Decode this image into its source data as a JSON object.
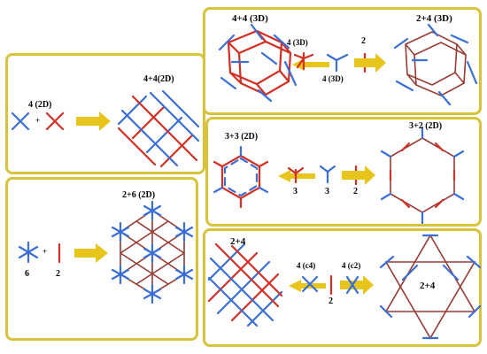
{
  "panels": {
    "p2d_44": {
      "label_unit": "4 (2D)",
      "plus": "+",
      "label_result": "4+4(2D)"
    },
    "p2d_26": {
      "label_result": "2+6 (2D)",
      "plus": "+",
      "label_six": "6",
      "label_two": "2"
    },
    "p3d": {
      "label_left": "4+4 (3D)",
      "label_unit_top": "4 (3D)",
      "label_two": "2",
      "label_unit_bottom": "4 (3D)",
      "label_right": "2+4 (3D)"
    },
    "phex": {
      "label_left": "3+3 (2D)",
      "label_right": "3+2 (2D)",
      "label_three_a": "3",
      "label_three_b": "3",
      "label_two": "2"
    },
    "pkag": {
      "label_left": "2+4",
      "label_c4": "4 (c4)",
      "label_c2": "4 (c2)",
      "label_two": "2",
      "label_right": "2+4"
    }
  },
  "colors": {
    "panel_border": "#d9c23c",
    "arrow": "#e8c51a",
    "blue": "#3a6fd8",
    "red": "#d32f24",
    "brown": "#9a3a32"
  },
  "icons": [
    "x-node-icon",
    "asterisk-node-icon",
    "tripod-node-icon",
    "linker-icon",
    "arrow-right-icon",
    "arrow-left-icon"
  ]
}
